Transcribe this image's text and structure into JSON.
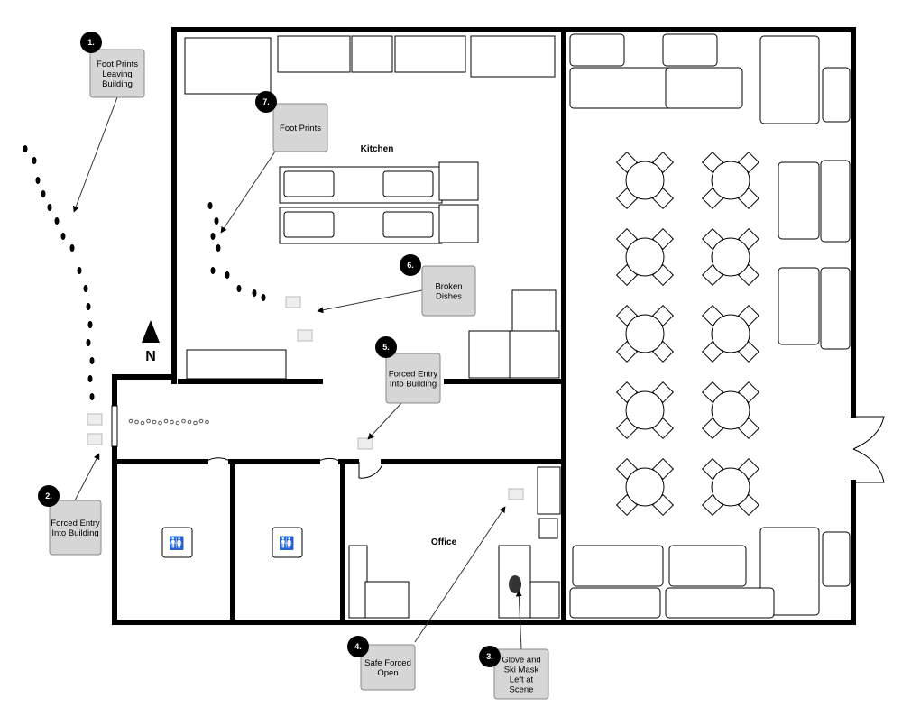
{
  "rooms": {
    "kitchen": "Kitchen",
    "office": "Office"
  },
  "compass": {
    "label": "N"
  },
  "callouts": [
    {
      "number": "1.",
      "lines": [
        "Foot Prints",
        "Leaving",
        "Building"
      ]
    },
    {
      "number": "2.",
      "lines": [
        "Forced Entry",
        "Into Building"
      ]
    },
    {
      "number": "3.",
      "lines": [
        "Glove and",
        "Ski Mask",
        "Left at",
        "Scene"
      ]
    },
    {
      "number": "4.",
      "lines": [
        "Safe Forced",
        "Open"
      ]
    },
    {
      "number": "5.",
      "lines": [
        "Forced Entry",
        "Into Building"
      ]
    },
    {
      "number": "6.",
      "lines": [
        "Broken",
        "Dishes"
      ]
    },
    {
      "number": "7.",
      "lines": [
        "Foot Prints"
      ]
    }
  ],
  "colors": {
    "callout_fill": "#d6d6d6",
    "marker": "#000000",
    "wall": "#000000"
  }
}
